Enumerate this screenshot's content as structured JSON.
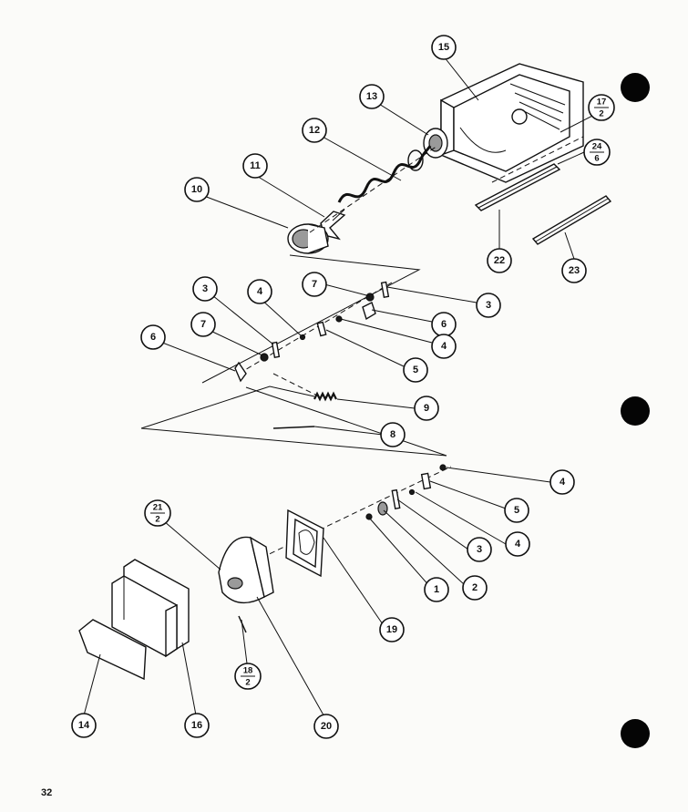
{
  "page": {
    "number": "32"
  },
  "callouts": [
    {
      "id": "15",
      "num": "15"
    },
    {
      "id": "13",
      "num": "13"
    },
    {
      "id": "17-2",
      "num": "17",
      "den": "2"
    },
    {
      "id": "12",
      "num": "12"
    },
    {
      "id": "24-6",
      "num": "24",
      "den": "6"
    },
    {
      "id": "11",
      "num": "11"
    },
    {
      "id": "10",
      "num": "10"
    },
    {
      "id": "22",
      "num": "22"
    },
    {
      "id": "23",
      "num": "23"
    },
    {
      "id": "7a",
      "num": "7"
    },
    {
      "id": "3a",
      "num": "3"
    },
    {
      "id": "4a",
      "num": "4"
    },
    {
      "id": "3b",
      "num": "3"
    },
    {
      "id": "6a",
      "num": "6"
    },
    {
      "id": "7b",
      "num": "7"
    },
    {
      "id": "6b",
      "num": "6"
    },
    {
      "id": "4b",
      "num": "4"
    },
    {
      "id": "5a",
      "num": "5"
    },
    {
      "id": "9",
      "num": "9"
    },
    {
      "id": "8",
      "num": "8"
    },
    {
      "id": "4c",
      "num": "4"
    },
    {
      "id": "5b",
      "num": "5"
    },
    {
      "id": "21-2",
      "num": "21",
      "den": "2"
    },
    {
      "id": "4d",
      "num": "4"
    },
    {
      "id": "3c",
      "num": "3"
    },
    {
      "id": "2",
      "num": "2"
    },
    {
      "id": "1",
      "num": "1"
    },
    {
      "id": "19",
      "num": "19"
    },
    {
      "id": "20",
      "num": "20"
    },
    {
      "id": "18-2",
      "num": "18",
      "den": "2"
    },
    {
      "id": "14",
      "num": "14"
    },
    {
      "id": "16",
      "num": "16"
    }
  ]
}
